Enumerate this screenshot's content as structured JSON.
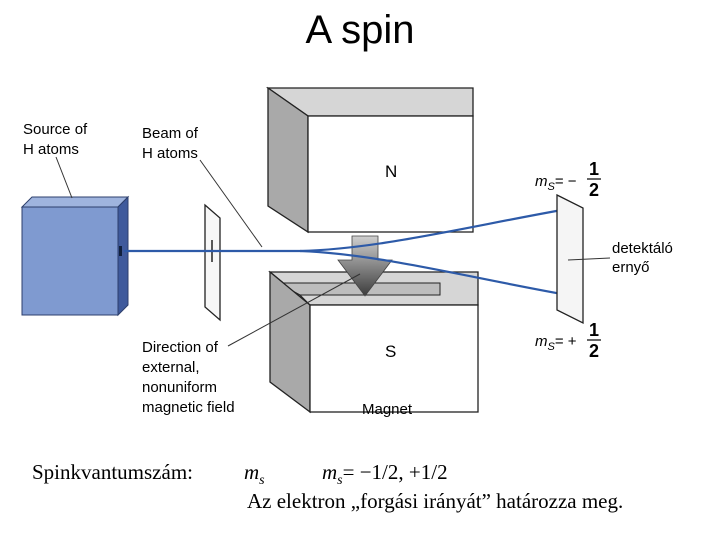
{
  "title": "A spin",
  "labels": {
    "source": [
      "Source of",
      "H atoms"
    ],
    "beam": [
      "Beam of",
      "H atoms"
    ],
    "north": "N",
    "south": "S",
    "direction": [
      "Direction of",
      "external,",
      "nonuniform",
      "magnetic field"
    ],
    "magnet": "Magnet",
    "screen": [
      "detektáló",
      "ernyő"
    ],
    "ms_top": {
      "symbol": "m",
      "sub": "S",
      "sign": "= −",
      "num": "1",
      "den": "2"
    },
    "ms_bottom": {
      "symbol": "m",
      "sub": "S",
      "sign": "= +",
      "num": "1",
      "den": "2"
    }
  },
  "caption": {
    "label": "Spinkvantumszám:",
    "symbol_main": "m",
    "symbol_sub": "s",
    "values_symbol": "m",
    "values_sub": "s",
    "values_text": "= −1/2, +1/2",
    "description": "Az elektron „forgási irányát” határozza meg."
  },
  "colors": {
    "source_front": "#7f9ad0",
    "source_side": "#3f5a9c",
    "beam": "#2d5aa8",
    "magnet_front": "#ffffff",
    "magnet_top": "#d6d6d6",
    "magnet_side": "#a9a9a9",
    "arrow": "#555555"
  }
}
